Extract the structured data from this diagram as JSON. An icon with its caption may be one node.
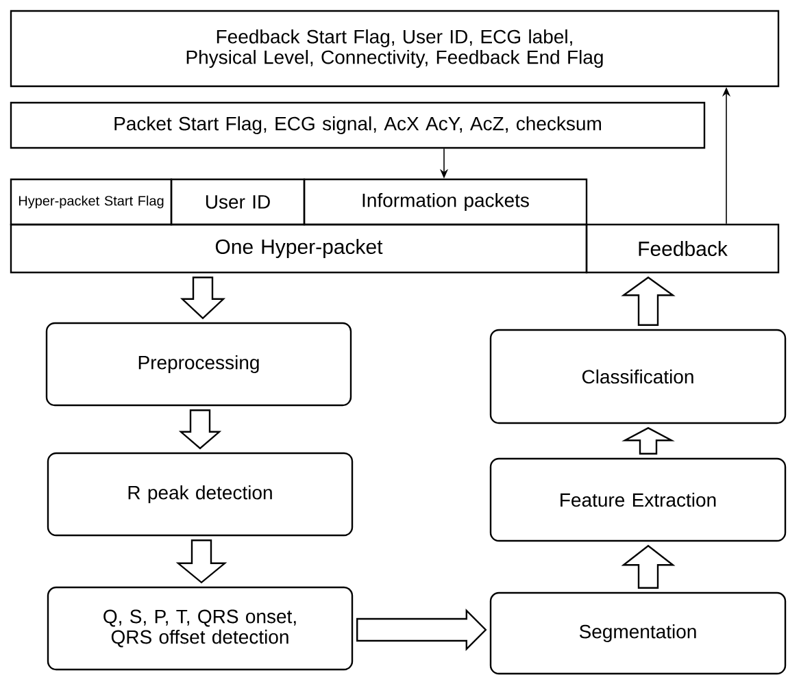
{
  "diagram": {
    "nodes": [
      {
        "text": [
          "Feedback Start Flag, User ID, ECG label, Physical Level, Connectivity, Feedback End Flag"
        ]
      },
      {
        "text": [
          "Packet Start Flag, ECG signal, AcX AcY, AcZ, checksum"
        ]
      },
      {
        "text": [
          "Hyper-packet Start Flag"
        ]
      },
      {
        "text": [
          "User ID"
        ]
      },
      {
        "text": [
          "Information packets"
        ]
      },
      {
        "text": [
          "One Hyper-packet"
        ]
      },
      {
        "text": [
          "Feedback"
        ]
      },
      {
        "text": [
          "Preprocessing"
        ]
      },
      {
        "text": [
          "R peak detection"
        ]
      },
      {
        "text": [
          "Q, S, P, T, QRS onset, QRS offset detection"
        ]
      },
      {
        "text": [
          "Classification"
        ]
      },
      {
        "text": [
          "Feature Extraction"
        ]
      },
      {
        "text": [
          "Segmentation"
        ]
      }
    ],
    "edges": [
      {
        "from": 5,
        "to": 7,
        "arrow": "to"
      },
      {
        "from": 7,
        "to": 8,
        "arrow": "to"
      },
      {
        "from": 8,
        "to": 9,
        "arrow": "to"
      },
      {
        "from": 9,
        "to": 12,
        "arrow": "to"
      },
      {
        "from": 12,
        "to": 11,
        "arrow": "to"
      },
      {
        "from": 11,
        "to": 10,
        "arrow": "to"
      },
      {
        "from": 10,
        "to": 6,
        "arrow": "to"
      },
      {
        "from": 1,
        "to": 4,
        "arrow": "to"
      },
      {
        "from": 6,
        "to": 0,
        "arrow": "to"
      }
    ]
  }
}
